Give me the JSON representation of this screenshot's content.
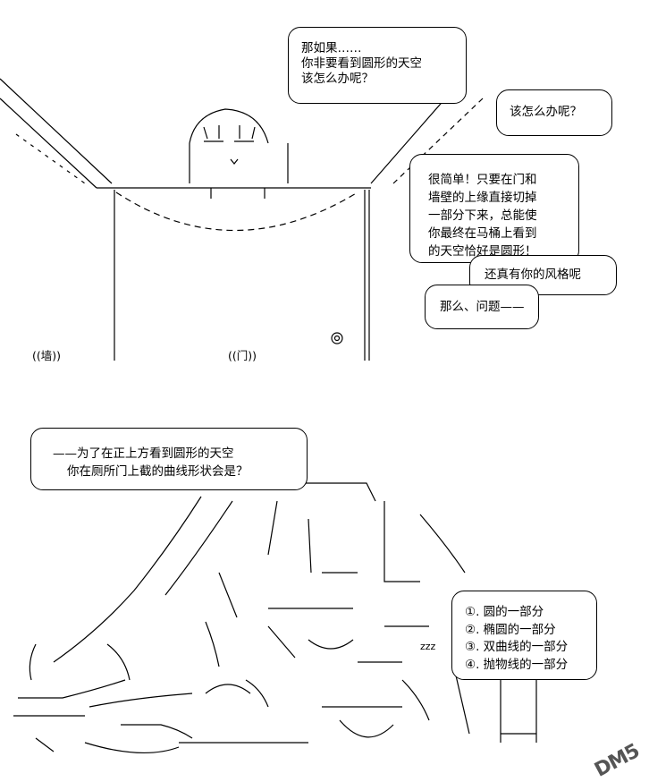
{
  "panel1": {
    "bubble_a": {
      "lines": [
        "那如果……",
        "你非要看到圆形的天空",
        "该怎么办呢？"
      ]
    },
    "bubble_b": {
      "lines": [
        "该怎么办呢？"
      ]
    },
    "bubble_c": {
      "lines": [
        "很简单！只要在门和",
        "墙壁的上缘直接切掉",
        "一部分下来，总能使",
        "你最终在马桶上看到",
        "的天空恰好是圆形！"
      ]
    },
    "bubble_d": {
      "lines": [
        "还真有你的风格呢"
      ]
    },
    "bubble_e": {
      "lines": [
        "那么、问题——"
      ]
    },
    "label_wall": "((墙))",
    "label_door": "((门))"
  },
  "panel2": {
    "question": {
      "lines": [
        "——为了在正上方看到圆形的天空",
        "你在厕所门上截的曲线形状会是？"
      ]
    },
    "choices": [
      "①. 圆的一部分",
      "②. 椭圆的一部分",
      "③. 双曲线的一部分",
      "④. 抛物线的一部分"
    ],
    "sleep_text": "zzz"
  },
  "watermark": "DM5"
}
